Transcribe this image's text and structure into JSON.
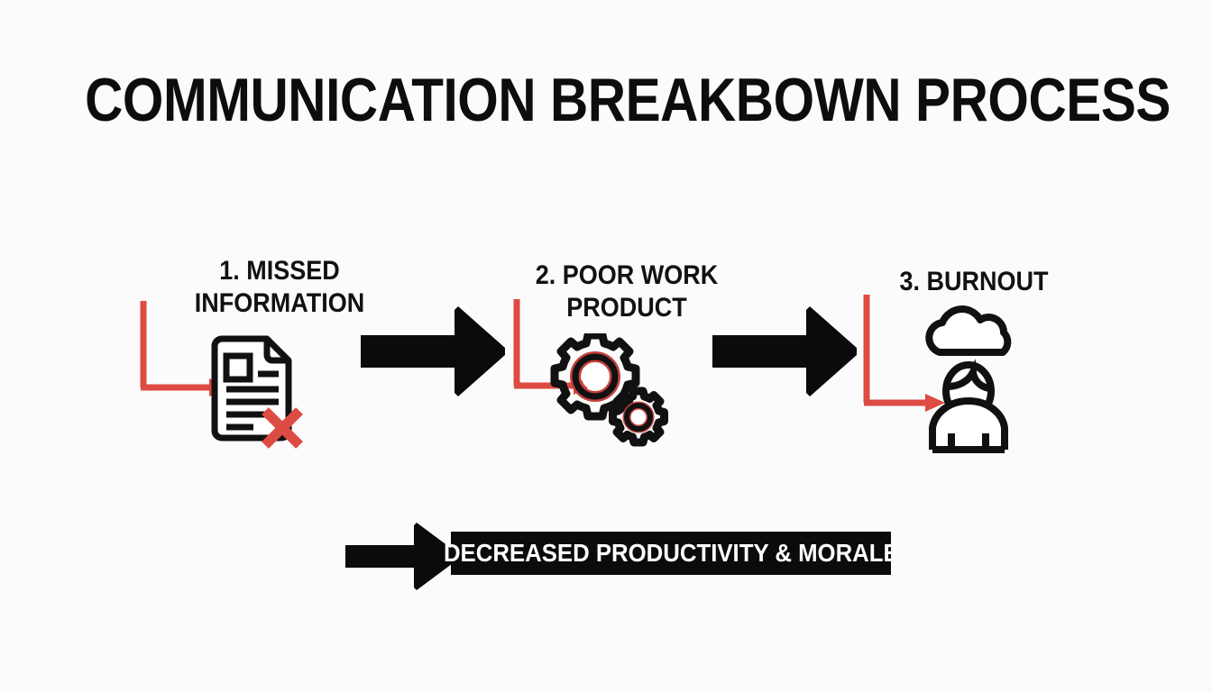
{
  "diagram": {
    "title": "COMMUNICATION BREAKBOWN PROCESS",
    "background_color": "#fbfbfb",
    "accent_red": "#dd4b43",
    "ink_black": "#0d0d0d"
  },
  "steps": [
    {
      "number": "1.",
      "label": "1. MISSED\nINFORMATION",
      "icon": "document-with-x-icon",
      "icon_caption": "document-error"
    },
    {
      "number": "2.",
      "label": "2. POOR WORK\nPRODUCT",
      "icon": "gears-icon",
      "icon_caption": "gears"
    },
    {
      "number": "3.",
      "label": "3. BURNOUT",
      "icon": "person-under-cloud-icon",
      "icon_caption": "burnout-person"
    }
  ],
  "connectors": {
    "arrow_1_label": "flow-arrow-step1-to-step2",
    "arrow_2_label": "flow-arrow-step2-to-step3",
    "elbow_label": "red-elbow-connector"
  },
  "outcome": {
    "arrow_label": "outcome-arrow",
    "banner_text": "DECREASED PRODUCTIVITY & MORALE",
    "banner_bg": "#0b0b0b",
    "banner_fg": "#ffffff"
  }
}
